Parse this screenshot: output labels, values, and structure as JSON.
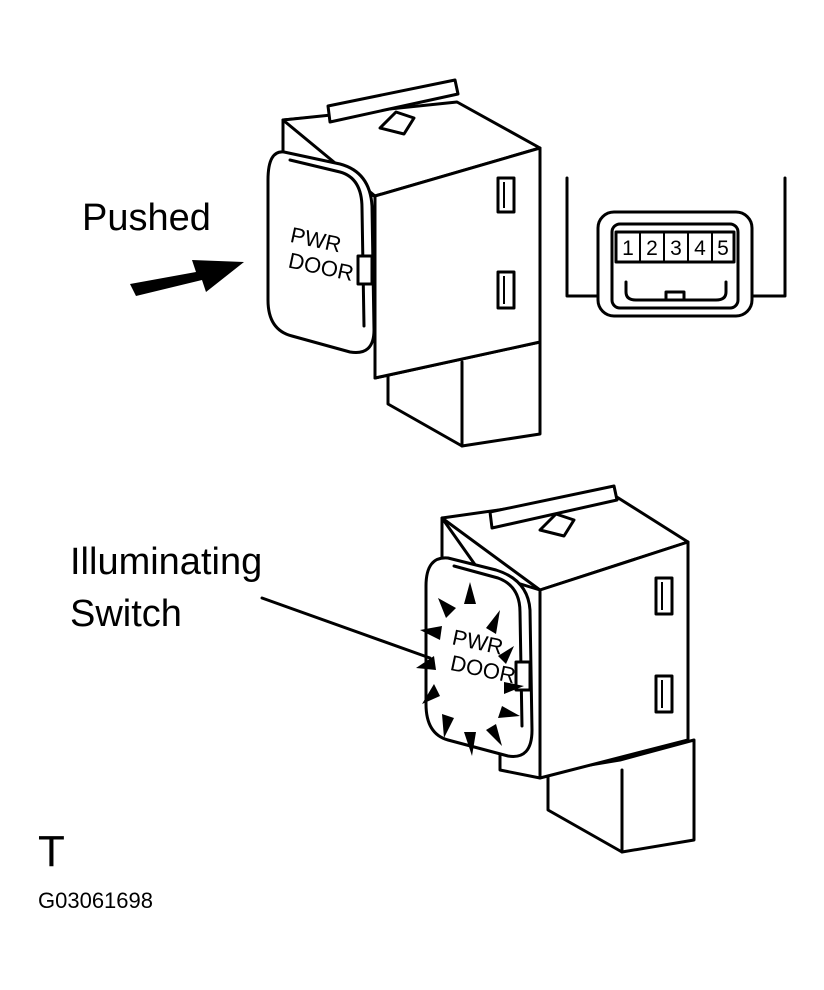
{
  "labels": {
    "pushed": "Pushed",
    "illuminating_line1": "Illuminating",
    "illuminating_line2": "Switch",
    "view_letter": "T",
    "figure_code": "G03061698"
  },
  "switch_top": {
    "cap_line1": "PWR",
    "cap_line2": "DOOR"
  },
  "switch_bottom": {
    "cap_line1": "PWR",
    "cap_line2": "DOOR"
  },
  "connector": {
    "pins": [
      "1",
      "2",
      "3",
      "4",
      "5"
    ]
  },
  "icons": {
    "arrow": "push-arrow-icon",
    "rays": "illumination-rays-icon"
  }
}
